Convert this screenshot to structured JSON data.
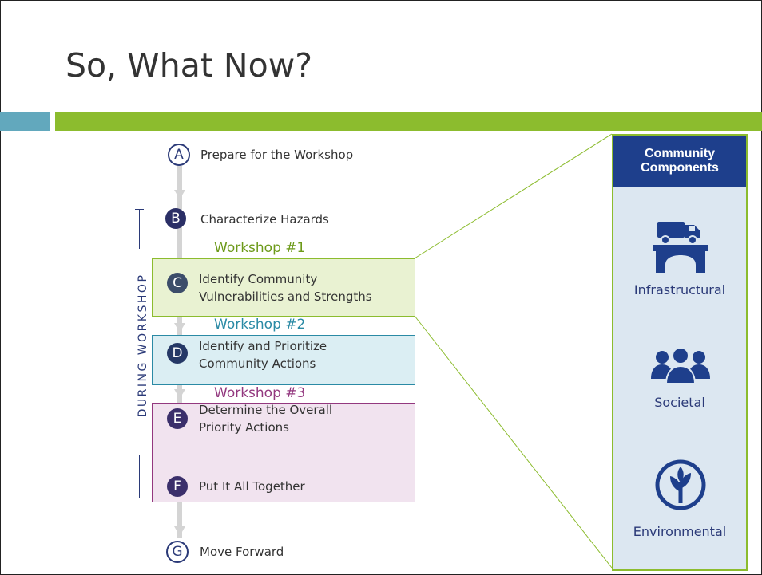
{
  "slide": {
    "title": "So, What Now?"
  },
  "side_label": "DURING WORKSHOP",
  "steps": [
    {
      "letter": "A",
      "label": "Prepare for the Workshop"
    },
    {
      "letter": "B",
      "label": "Characterize Hazards"
    },
    {
      "letter": "C",
      "label": "Identify Community",
      "label2": "Vulnerabilities and Strengths"
    },
    {
      "letter": "D",
      "label": "Identify and Prioritize",
      "label2": "Community Actions"
    },
    {
      "letter": "E",
      "label": "Determine the Overall",
      "label2": "Priority Actions"
    },
    {
      "letter": "F",
      "label": "Put It All Together"
    },
    {
      "letter": "G",
      "label": "Move Forward"
    }
  ],
  "workshops": [
    {
      "label": "Workshop #1",
      "color": "#6d9a1a",
      "fill": "#e9f2d2",
      "border": "#8cbc2e"
    },
    {
      "label": "Workshop #2",
      "color": "#2a8aa5",
      "fill": "#dbeef3",
      "border": "#2a8aa5"
    },
    {
      "label": "Workshop #3",
      "color": "#93387f",
      "fill": "#f1e3ef",
      "border": "#93387f"
    }
  ],
  "panel": {
    "title": "Community Components",
    "items": [
      {
        "label": "Infrastructural",
        "icon": "truck-on-bridge-icon"
      },
      {
        "label": "Societal",
        "icon": "people-group-icon"
      },
      {
        "label": "Environmental",
        "icon": "tree-icon"
      }
    ]
  },
  "colors": {
    "navy": "#2b2f66",
    "accent_green": "#8cbc2e",
    "accent_teal": "#62a8bd",
    "panel_header": "#1e3f8c"
  }
}
